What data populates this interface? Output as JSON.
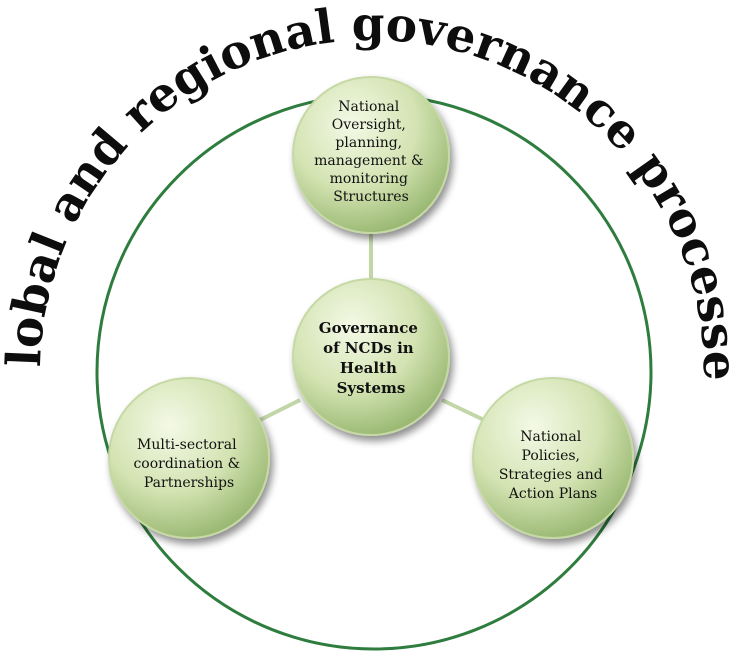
{
  "title": "Global and regional governance processes",
  "center": {
    "lines": [
      "Governance",
      "of NCDs in",
      "Health",
      "Systems"
    ]
  },
  "nodes": [
    {
      "id": "oversight",
      "lines": [
        "National",
        "Oversight,",
        "planning,",
        "management &",
        "monitoring",
        "Structures"
      ]
    },
    {
      "id": "multisectoral",
      "lines": [
        "Multi-sectoral",
        "coordination &",
        "Partnerships"
      ]
    },
    {
      "id": "policies",
      "lines": [
        "National",
        "Policies,",
        "Strategies and",
        "Action Plans"
      ]
    }
  ],
  "colors": {
    "ring": "#2e7d3e",
    "connector": "#c3d6a8",
    "node_light": "#f3f8e4",
    "node_mid": "#cfe0ac",
    "node_dark": "#8fb068"
  }
}
